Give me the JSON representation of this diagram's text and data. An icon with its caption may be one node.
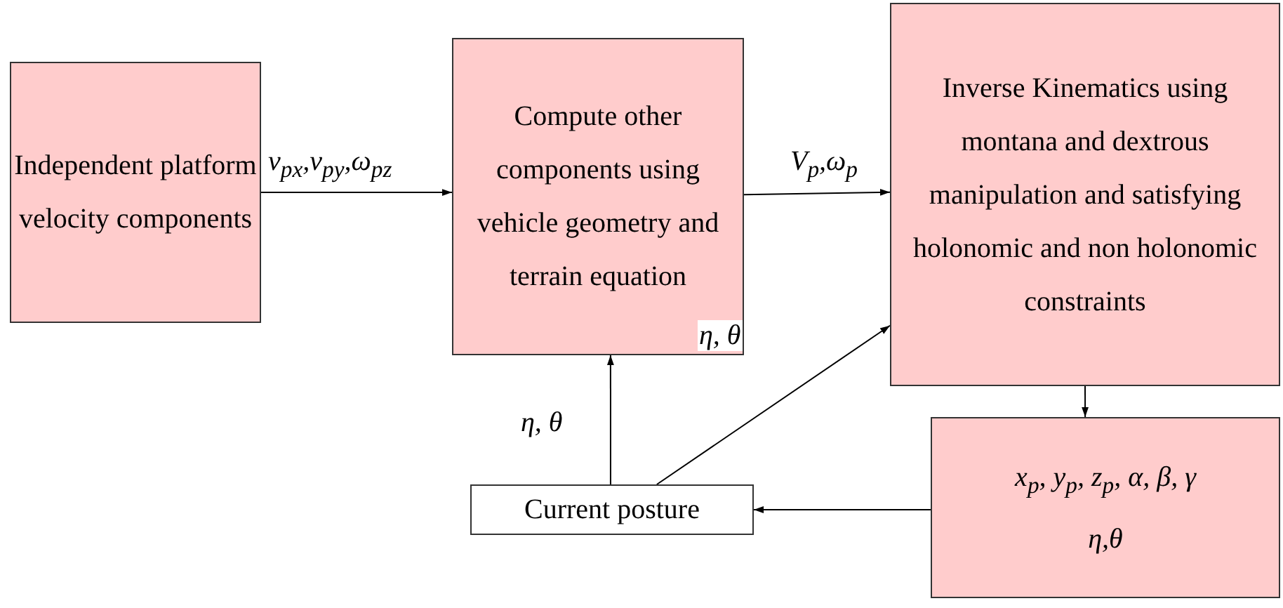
{
  "diagram": {
    "nodes": [
      {
        "text": [
          "Independent platform velocity components"
        ]
      },
      {
        "text": [
          "Compute other components using vehicle geometry and terrain equation"
        ]
      },
      {
        "text": [
          "Inverse Kinematics using montana and dextrous manipulation and satisfying holonomic and non holonomic constraints"
        ]
      },
      {
        "text": [
          "x$_{p}$, y$_{p}$, z$_{p}$, α, β, γ",
          "η,θ"
        ]
      },
      {
        "text": [
          "Current posture"
        ]
      }
    ],
    "edges": [
      {
        "from": 0,
        "to": 1,
        "arrow": "to",
        "label": "v$_{px}$,v$_{py}$,ω$_{pz}$"
      },
      {
        "from": 1,
        "to": 2,
        "arrow": "to",
        "label": "V$_{p}$,ω$_{p}$"
      },
      {
        "from": 2,
        "to": 3,
        "arrow": "to"
      },
      {
        "from": 3,
        "to": 4,
        "arrow": "to"
      },
      {
        "from": 4,
        "to": 1,
        "arrow": "to",
        "label": "η, θ"
      },
      {
        "from": 4,
        "to": 2,
        "arrow": "to",
        "label": "η, θ"
      }
    ]
  }
}
